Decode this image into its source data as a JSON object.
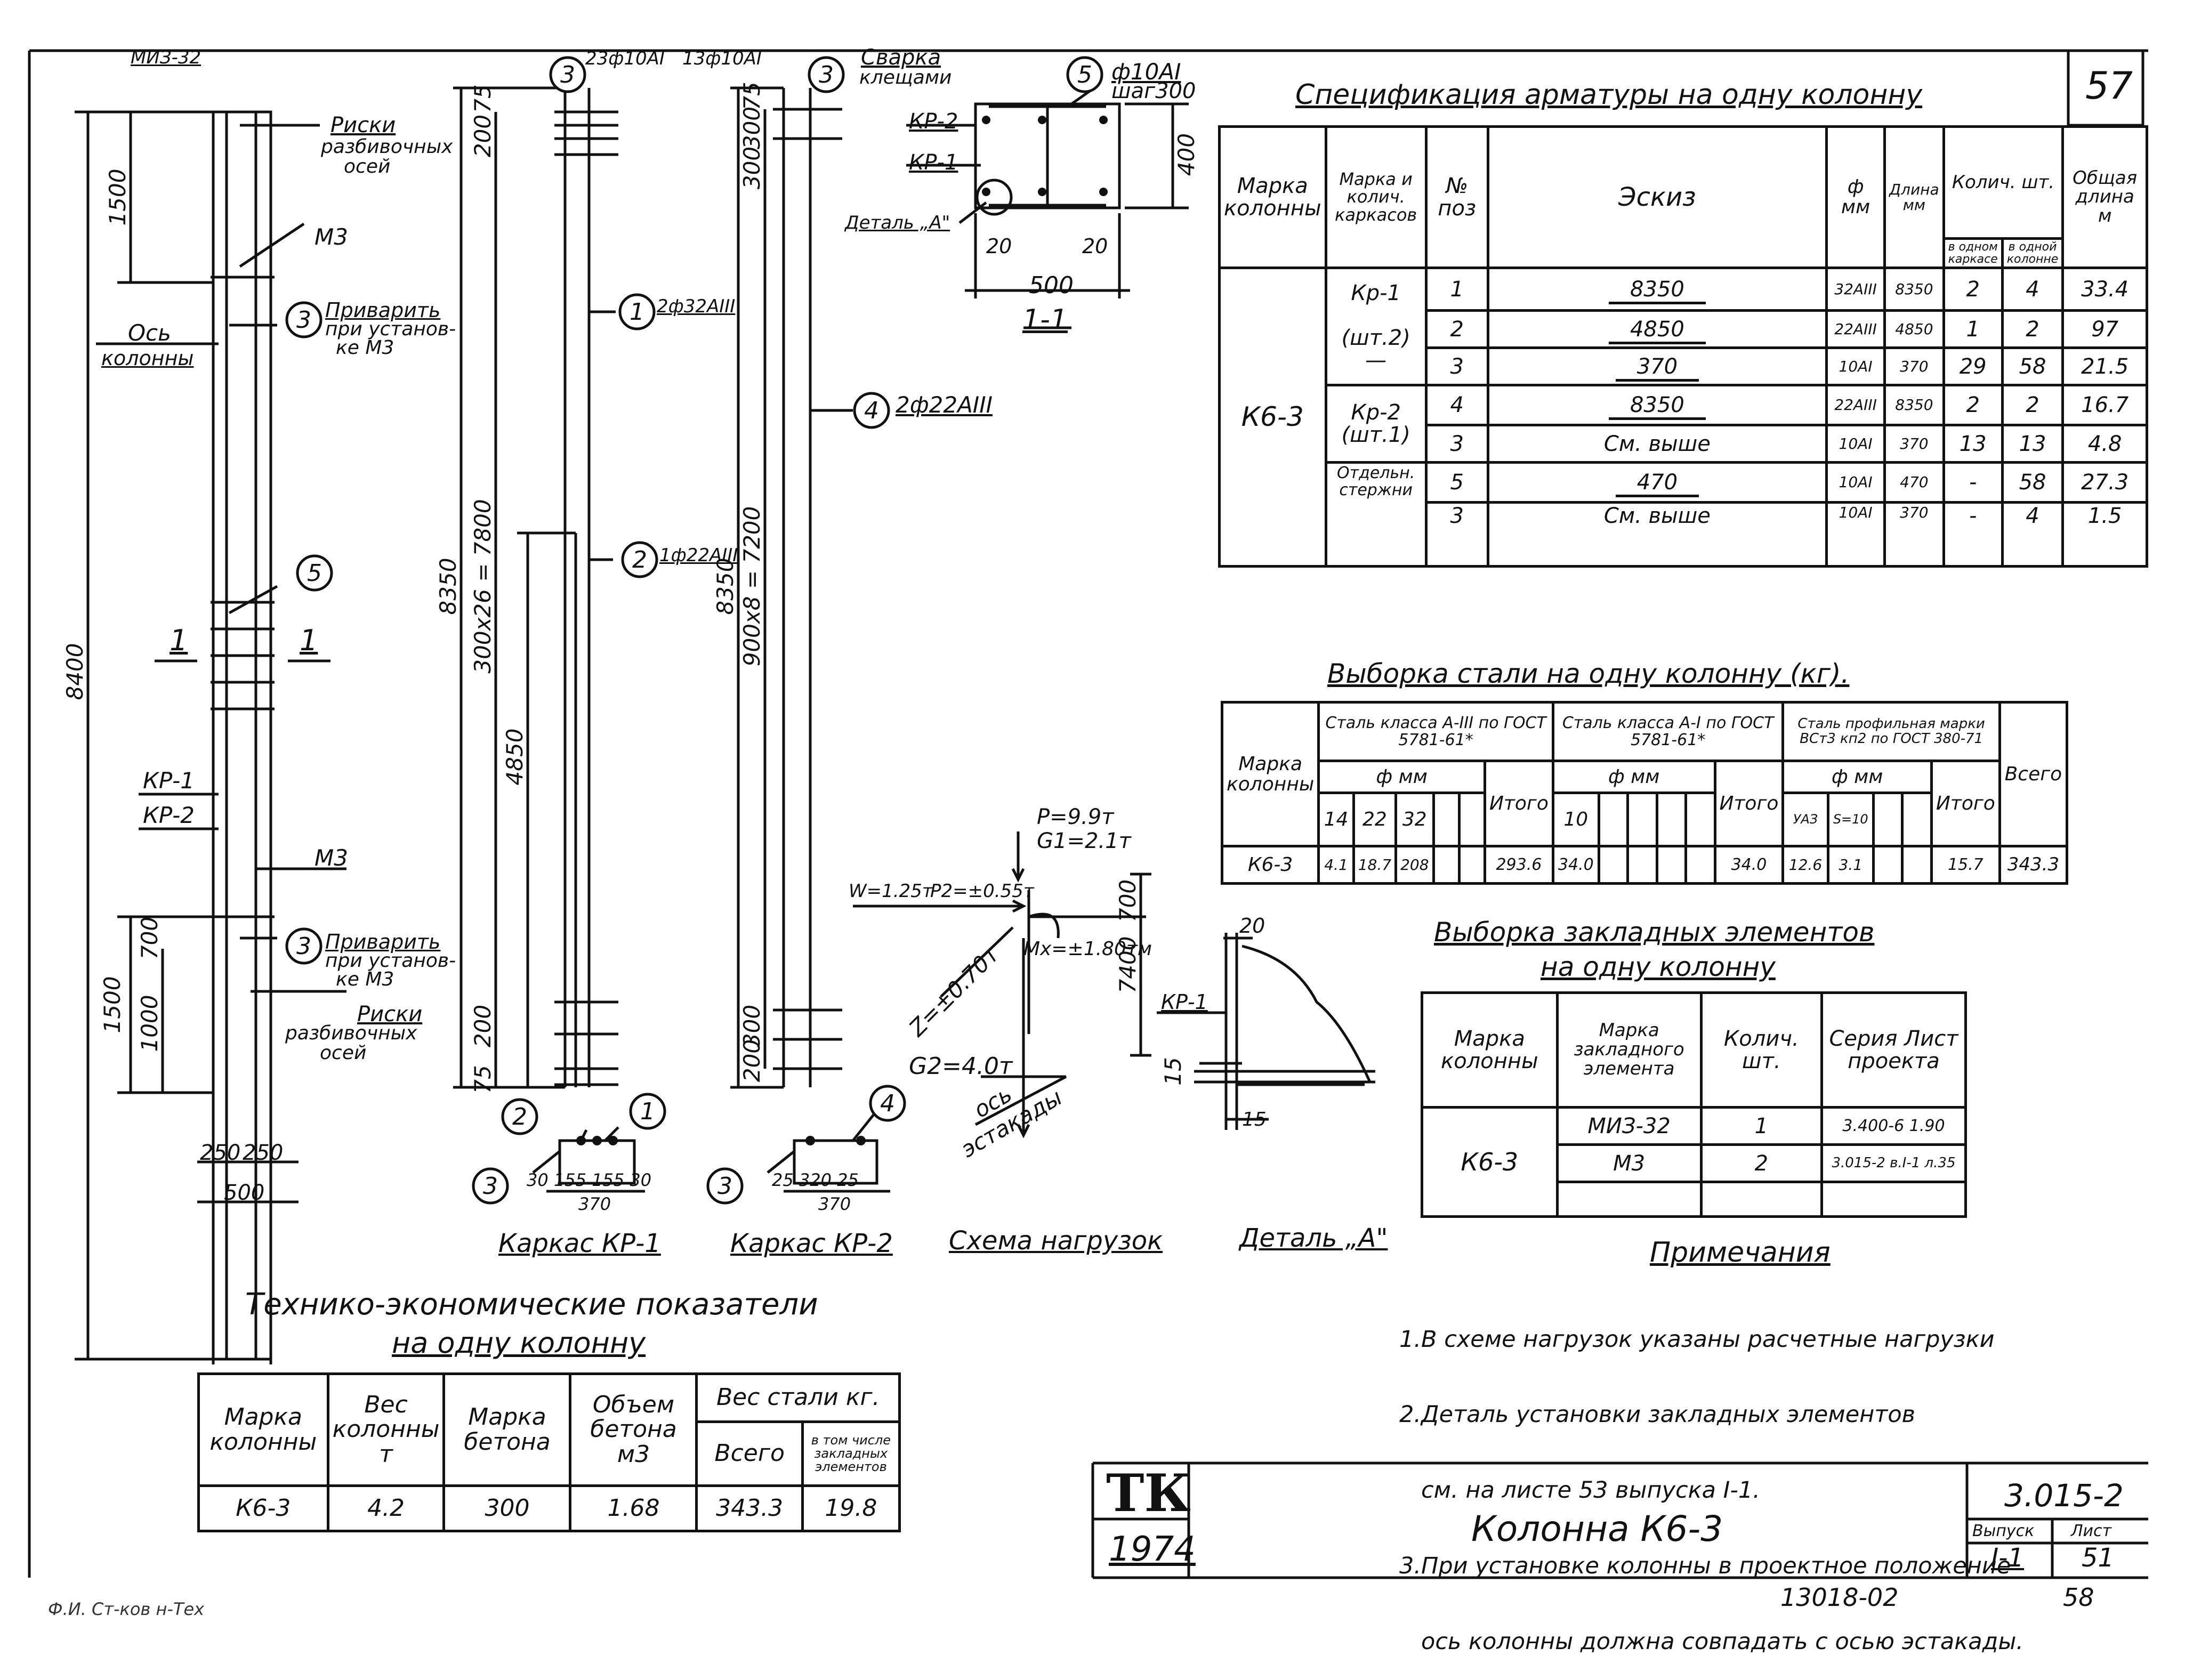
{
  "sheet": {
    "page_number": "57",
    "org_mark": "ТК",
    "year": "1974",
    "title": "Колонна  К6-3",
    "series": "3.015-2",
    "issue_label": "Выпуск",
    "issue_value": "I-1",
    "sheet_label": "Лист",
    "sheet_value": "51",
    "bottom_code": "13018-02",
    "bottom_page": "58",
    "signature_text": "Ф.И.  Ст-ков  н-Тех",
    "top_left_mark": "МИЗ-32"
  },
  "drawing": {
    "elevation": {
      "total_height": "8400",
      "dim_1500_top": "1500",
      "dim_1500_bot": "1500",
      "dim_700": "700",
      "dim_1000": "1000",
      "dim_250a": "250",
      "dim_250b": "250",
      "dim_500": "500",
      "label_m3_top": "М3",
      "label_m3_bot": "М3",
      "label_os": "Ось",
      "label_kolonny": "колонны",
      "label_kp1": "КР-1",
      "label_kp2": "КР-2",
      "section_left": "1",
      "section_right": "1",
      "marker_3": "3",
      "marker_5": "5",
      "note_riski_top": [
        "Риски",
        "разбивочных",
        "осей"
      ],
      "note_privarit_top": [
        "Приварить",
        "при установ-",
        "ке М3"
      ],
      "note_privarit_bot": [
        "Приварить",
        "при установ-",
        "ке М3"
      ],
      "note_riski_bot": [
        "Риски",
        "разбивочных",
        "осей"
      ]
    },
    "frame_kp1": {
      "caption": "Каркас КР-1",
      "dim_75_top": "75",
      "dim_200_top": "200",
      "dim_8350": "8350",
      "dim_spacing": "300х26 = 7800",
      "dim_4850": "4850",
      "dim_200_bot": "200",
      "dim_75_bot": "75",
      "bar_1": "2ф32АIII",
      "bar_2": "1ф22АIII",
      "bar_3_top": "23ф10АI",
      "bar_3_top2": "13ф10АI",
      "sec_dims": "30 155 155 30",
      "sec_total": "370",
      "m1": "1",
      "m2": "2",
      "m3": "3"
    },
    "frame_kp2": {
      "caption": "Каркас КР-2",
      "dim_75": "75",
      "dim_300a": "300",
      "dim_300b": "300",
      "dim_8350": "8350",
      "dim_spacing": "900х8 = 7200",
      "dim_200": "200",
      "dim_300c": "300",
      "bar_4": "2ф22АIII",
      "sec_dims": "25  320  25",
      "sec_total": "370",
      "m3": "3",
      "m4": "4"
    },
    "section_1_1": {
      "caption": "1-1",
      "weld_note": [
        "Сварка",
        "клещами"
      ],
      "bar_5": "ф10АI",
      "bar_5_step": "шаг300",
      "m3": "3",
      "m5": "5",
      "label_kp2": "КР-2",
      "label_kp1": "КР-1",
      "detail_note": "Деталь „А\"",
      "dim_20a": "20",
      "dim_20b": "20",
      "dim_500": "500",
      "dim_400": "400"
    },
    "loads": {
      "caption": "Схема нагрузок",
      "P": "P=9.9т",
      "G1": "G1=2.1т",
      "W": "W=1.25т",
      "P2": "P2=±0.55т",
      "Mx": "Mx=±1.80тм",
      "Z": "Z=±0.70т",
      "G2": "G2=4.0т",
      "axis": [
        "ось",
        "эстакады"
      ],
      "dim_700": "700",
      "dim_7400": "7400"
    },
    "detail_A": {
      "caption": "Деталь „А\"",
      "dim_20": "20",
      "dim_15a": "15",
      "dim_15b": "15",
      "label_kp1": "КР-1"
    }
  },
  "spec": {
    "title": "Спецификация арматуры на одну колонну",
    "headers": [
      "Марка колонны",
      "Марка и колич. каркасов",
      "№ поз",
      "Эскиз",
      "ф мм",
      "Длина мм",
      "в одном каркасе",
      "в одной колонне",
      "Общая длина м"
    ],
    "header_kolich": "Колич. шт.",
    "column_mark": "К6-3",
    "groups": [
      {
        "name": "Кр-1",
        "count": "(шт.2)",
        "extra": "—",
        "rows": [
          {
            "pos": "1",
            "sketch": "8350",
            "d": "32АIII",
            "len": "8350",
            "per": "2",
            "tot": "4",
            "total_len": "33.4"
          },
          {
            "pos": "2",
            "sketch": "4850",
            "d": "22АIII",
            "len": "4850",
            "per": "1",
            "tot": "2",
            "total_len": "97"
          },
          {
            "pos": "3",
            "sketch": "370",
            "d": "10АI",
            "len": "370",
            "per": "29",
            "tot": "58",
            "total_len": "21.5"
          }
        ]
      },
      {
        "name": "Кр-2",
        "count": "(шт.1)",
        "rows": [
          {
            "pos": "4",
            "sketch": "8350",
            "d": "22АIII",
            "len": "8350",
            "per": "2",
            "tot": "2",
            "total_len": "16.7"
          },
          {
            "pos": "3",
            "sketch": "См. выше",
            "d": "10АI",
            "len": "370",
            "per": "13",
            "tot": "13",
            "total_len": "4.8"
          }
        ]
      },
      {
        "name": "Отдельн. стержни",
        "rows": [
          {
            "pos": "5",
            "sketch": "470",
            "d": "10АI",
            "len": "470",
            "per": "-",
            "tot": "58",
            "total_len": "27.3"
          },
          {
            "pos": "3",
            "sketch": "См. выше",
            "d": "10АI",
            "len": "370",
            "per": "-",
            "tot": "4",
            "total_len": "1.5"
          }
        ]
      }
    ]
  },
  "steel": {
    "title": "Выборка стали на одну колонну (кг).",
    "h_mark": "Марка колонны",
    "h_a3": "Сталь класса А-III по ГОСТ 5781-61*",
    "h_a1": "Сталь класса А-I по ГОСТ 5781-61*",
    "h_prof": "Сталь профильная марки ВСт3 кп2 по ГОСТ 380-71",
    "h_fmm": "ф мм",
    "h_itogo": "Итого",
    "h_vsego": "Всего",
    "d_a3": [
      "14",
      "22",
      "32"
    ],
    "d_a1": [
      "10"
    ],
    "d_prof": [
      "УАЗ",
      "S=10"
    ],
    "row": {
      "mark": "К6-3",
      "a3": [
        "4.1",
        "18.7",
        "208"
      ],
      "a3_itogo": "293.6",
      "a1": [
        "34.0"
      ],
      "a1_itogo": "34.0",
      "prof": [
        "12.6",
        "3.1"
      ],
      "prof_itogo": "15.7",
      "vsego": "343.3"
    }
  },
  "embedded": {
    "title1": "Выборка закладных элементов",
    "title2": "на одну колонну",
    "headers": [
      "Марка колонны",
      "Марка закладного элемента",
      "Колич. шт.",
      "Серия Лист проекта"
    ],
    "column_mark": "К6-3",
    "rows": [
      {
        "mark": "МИЗ-32",
        "qty": "1",
        "ref": "3.400-6 1.90"
      },
      {
        "mark": "М3",
        "qty": "2",
        "ref": "3.015-2 в.I-1 л.35"
      }
    ]
  },
  "notes": {
    "title": "Примечания",
    "items": [
      "1.В схеме нагрузок указаны расчетные нагрузки",
      "2.Деталь установки закладных элементов",
      "   см. на листе 53 выпуска I-1.",
      "3.При установке колонны в проектное положение",
      "   ось колонны должна совпадать с осью эстакады."
    ]
  },
  "tech": {
    "title1": "Технико-экономические показатели",
    "title2": "на одну колонну",
    "headers": [
      "Марка колонны",
      "Вес колонны т",
      "Марка бетона",
      "Объем бетона м3",
      "Вес стали кг.",
      "Всего",
      "в том числе закладных элементов"
    ],
    "row": {
      "mark": "К6-3",
      "weight": "4.2",
      "concrete": "300",
      "volume": "1.68",
      "steel_total": "343.3",
      "steel_emb": "19.8"
    }
  }
}
